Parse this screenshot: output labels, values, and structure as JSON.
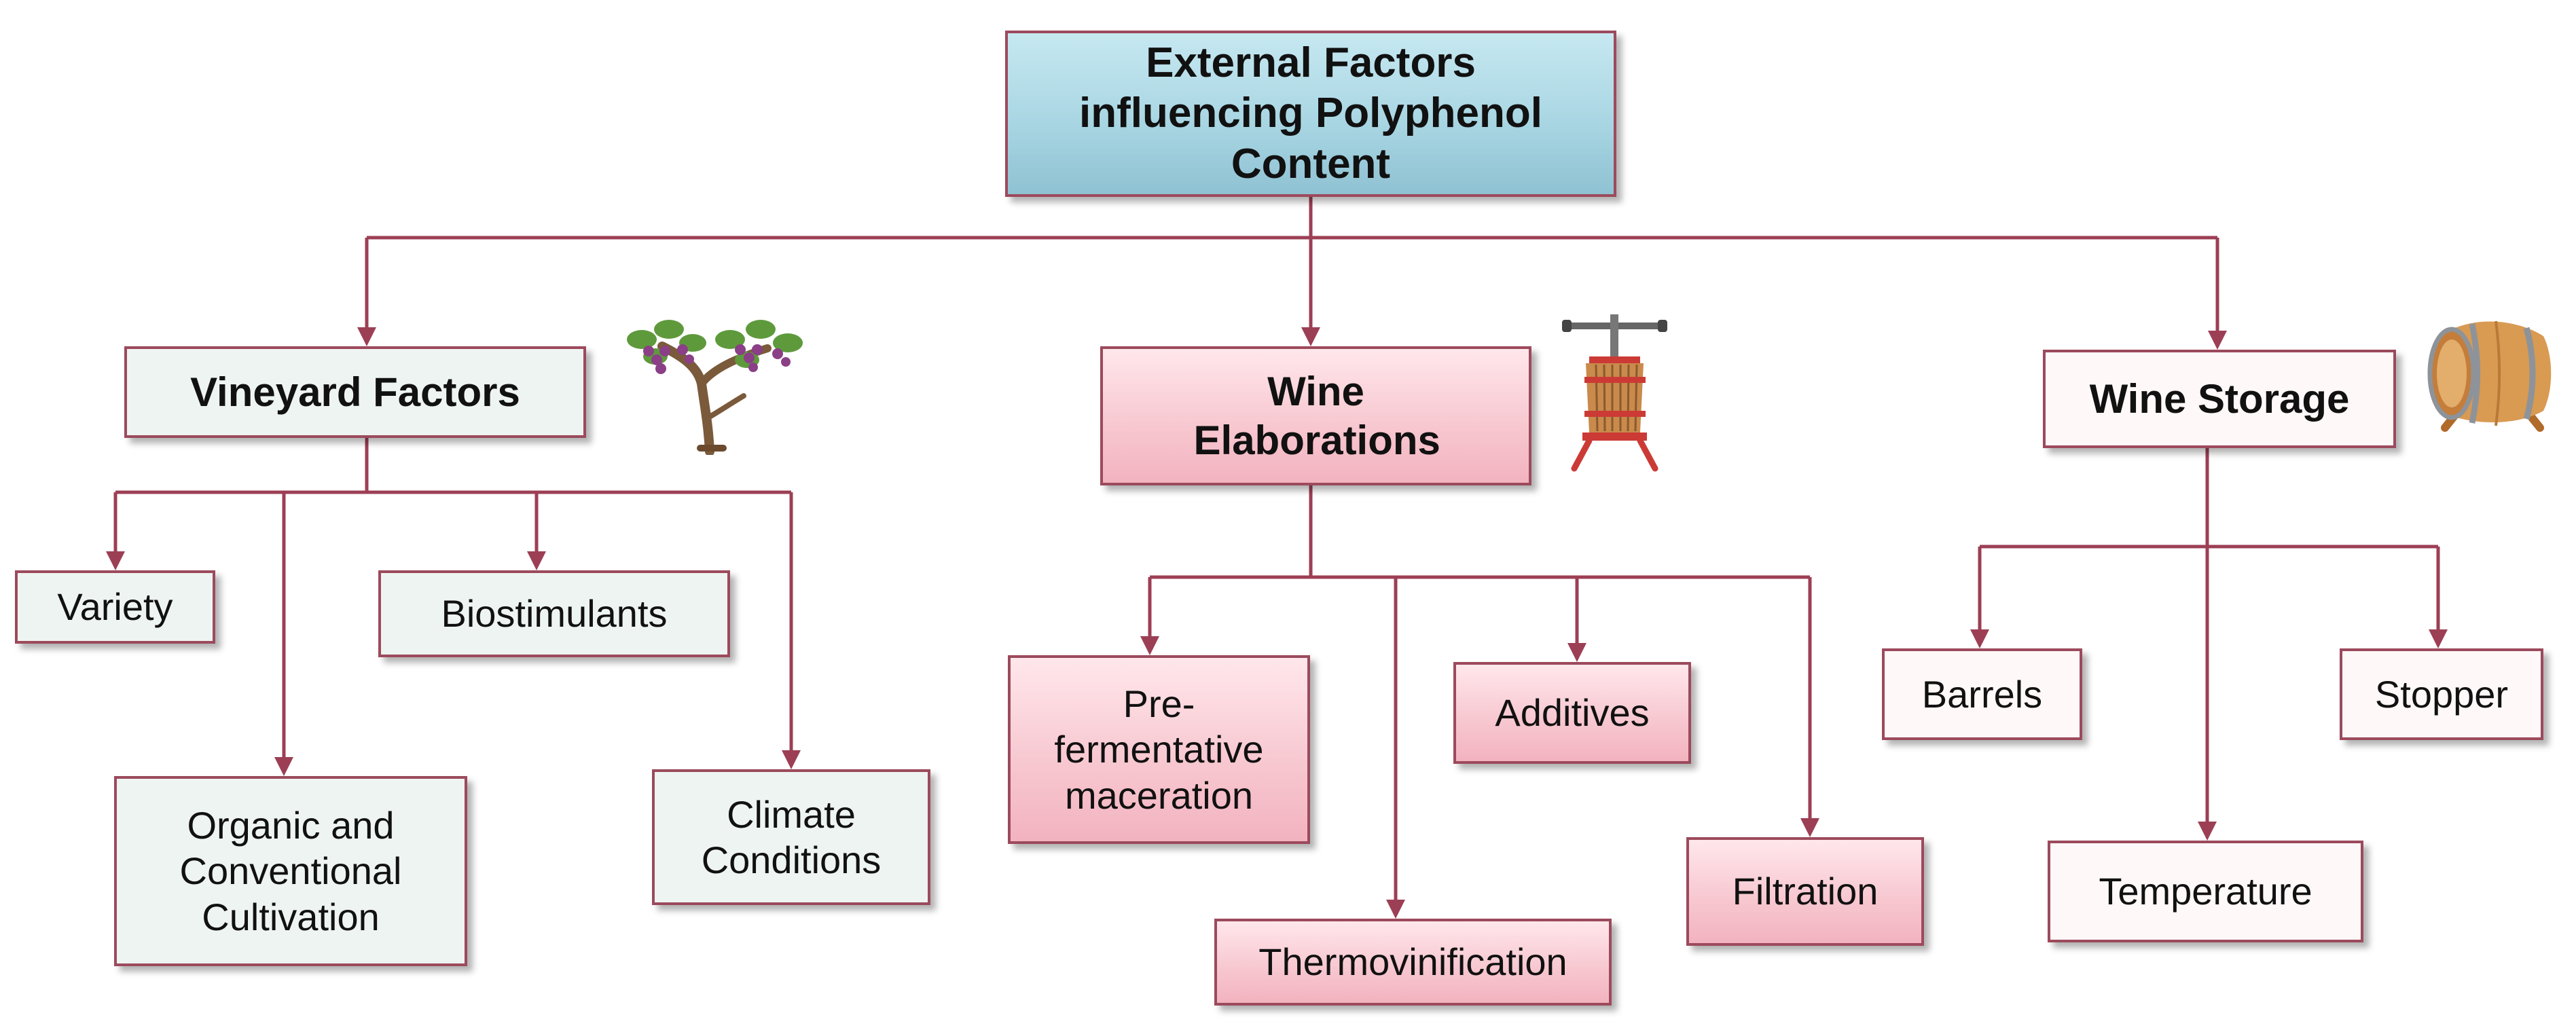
{
  "root": {
    "title": "External Factors influencing Polyphenol Content"
  },
  "categories": [
    {
      "label": "Vineyard Factors",
      "icon": "grapevine-icon",
      "children": [
        "Variety",
        "Biostimulants",
        "Organic and Conventional Cultivation",
        "Climate Conditions"
      ]
    },
    {
      "label": "Wine Elaborations",
      "icon": "wine-press-icon",
      "children": [
        "Pre-fermentative maceration",
        "Additives",
        "Thermovinification",
        "Filtration"
      ]
    },
    {
      "label": "Wine Storage",
      "icon": "barrel-icon",
      "children": [
        "Barrels",
        "Stopper",
        "Temperature"
      ]
    }
  ],
  "colors": {
    "connector": "#9c3f55",
    "root_fill": "#a9d6e3",
    "vineyard_fill": "#eef4f2",
    "elaboration_fill": "#f7c6cf",
    "storage_fill": "#fff8f9",
    "border": "#9c4a5c"
  }
}
